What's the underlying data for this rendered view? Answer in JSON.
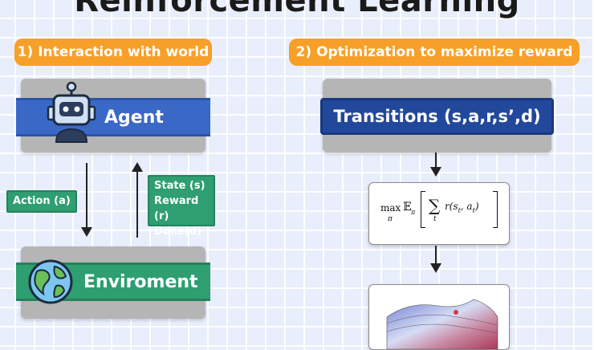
{
  "title": "Reinforcement Learning",
  "left": {
    "label": "1) Interaction with world",
    "agent_label": "Agent",
    "environment_label": "Enviroment",
    "action_label": "Action (a)",
    "feedback": {
      "state": "State (s)",
      "reward": "Reward (r)",
      "done": "Done(d)"
    }
  },
  "right": {
    "label": "2) Optimization to maximize reward",
    "transitions_label": "Transitions (s,a,r,s’,d)",
    "formula": {
      "max": "max",
      "sub": "π",
      "expect": "𝔼",
      "expect_sub": "π",
      "sigma": "∑",
      "sigma_sub": "t",
      "body": "r(s",
      "body_sub1": "t",
      "body_mid": ", a",
      "body_sub2": "t",
      "body_end": ")"
    }
  },
  "colors": {
    "orange": "#f6a02a",
    "blue": "#3a68c6",
    "navy": "#22489c",
    "green": "#2f9e70",
    "gray": "#b5b5b5"
  },
  "icons": [
    "robot-icon",
    "globe-icon"
  ]
}
